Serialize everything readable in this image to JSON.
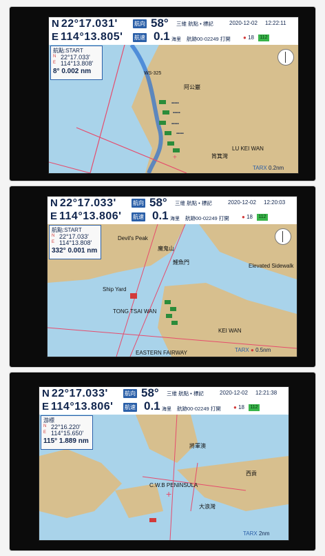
{
  "screens": [
    {
      "lat": {
        "hemi": "N",
        "value": "22°17.031'"
      },
      "lon": {
        "hemi": "E",
        "value": "114°13.805'"
      },
      "heading_label": "航向",
      "heading_value": "58°",
      "speed_label": "航速",
      "speed_value": "0.1",
      "speed_unit": "海里",
      "right_label1": "三維 航點 • 標記",
      "date": "2020-12-02",
      "time": "12:22:11",
      "track_info": "航跡00-02249 打開",
      "signal": "18",
      "status": "112",
      "panel": {
        "title": "航點:START",
        "n": "22°17.033'",
        "e": "114°13.808'",
        "dist": "8° 0.002 nm"
      },
      "scale_prefix": "TARX",
      "scale": "0.2nm",
      "places": [
        "WS-325",
        "阿公巖",
        "筲箕灣",
        "LU KEI WAN"
      ]
    },
    {
      "lat": {
        "hemi": "N",
        "value": "22°17.033'"
      },
      "lon": {
        "hemi": "E",
        "value": "114°13.806'"
      },
      "heading_label": "航向",
      "heading_value": "58°",
      "speed_label": "航速",
      "speed_value": "0.1",
      "speed_unit": "海里",
      "right_label1": "三維 航點 • 標記",
      "date": "2020-12-02",
      "time": "12:20:03",
      "track_info": "航跡00-02249 打開",
      "signal": "18",
      "status": "112",
      "panel": {
        "title": "航點:START",
        "n": "22°17.033'",
        "e": "114°13.808'",
        "dist": "332° 0.001 nm"
      },
      "scale_prefix": "TARX",
      "scale": "0.5nm",
      "places": [
        "Devil's Peak",
        "魔鬼山",
        "鯉魚門",
        "Ship Yard",
        "TONG TSAI WAN",
        "KEI WAN",
        "EASTERN FAIRWAY",
        "Elevated Sidewalk"
      ]
    },
    {
      "lat": {
        "hemi": "N",
        "value": "22°17.033'"
      },
      "lon": {
        "hemi": "E",
        "value": "114°13.806'"
      },
      "heading_label": "航向",
      "heading_value": "58°",
      "speed_label": "航速",
      "speed_value": "0.1",
      "speed_unit": "海里",
      "right_label1": "三維 航點 • 標記",
      "date": "2020-12-02",
      "time": "12:21:38",
      "track_info": "航跡00-02249 打開",
      "signal": "18",
      "status": "112",
      "panel": {
        "title": "游標",
        "n": "22°16.220'",
        "e": "114°15.650'",
        "dist": "115° 1.889 nm"
      },
      "scale_prefix": "TARX",
      "scale": "2nm",
      "places": [
        "將軍澳",
        "C.W.B PENINSULA",
        "西貢",
        "大浪灣"
      ]
    }
  ],
  "colors": {
    "sea": "#a9d3ea",
    "land": "#d7bf8e",
    "track": "#e64b6c",
    "accent": "#2a5fa8"
  }
}
